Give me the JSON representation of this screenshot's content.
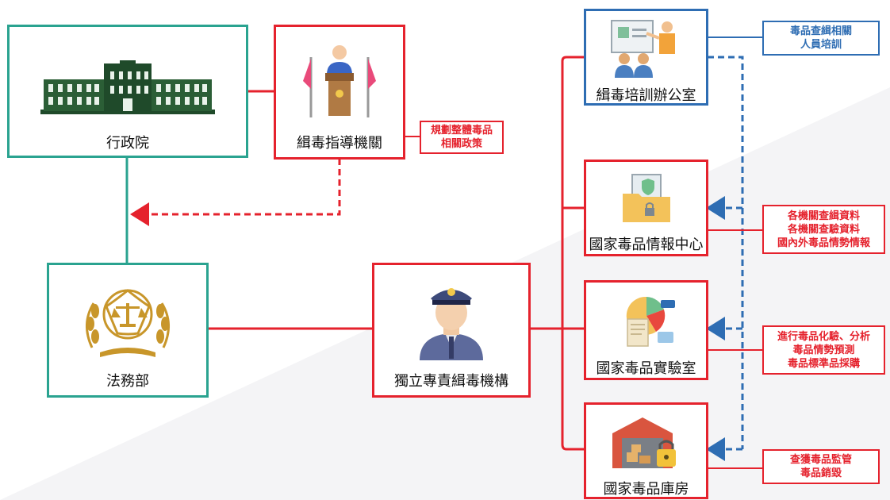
{
  "colors": {
    "teal": "#2aa390",
    "red": "#e5222d",
    "blue": "#2e6db3"
  },
  "nodes": {
    "executive_yuan": {
      "label": "行政院",
      "icon": "government-building-icon"
    },
    "drug_guidance": {
      "label": "緝毒指導機關",
      "icon": "podium-speaker-icon"
    },
    "justice": {
      "label": "法務部",
      "icon": "ministry-emblem-icon"
    },
    "independent_agency": {
      "label": "獨立專責緝毒機構",
      "icon": "police-officer-icon"
    },
    "training_office": {
      "label": "緝毒培訓辦公室",
      "icon": "training-presentation-icon"
    },
    "intel_center": {
      "label": "國家毒品情報中心",
      "icon": "secure-folder-icon"
    },
    "lab": {
      "label": "國家毒品實驗室",
      "icon": "analytics-report-icon"
    },
    "warehouse": {
      "label": "國家毒品庫房",
      "icon": "locked-warehouse-icon"
    }
  },
  "notes": {
    "policy": [
      "規劃整體毒品",
      "相關政策"
    ],
    "training": [
      "毒品查緝相關",
      "人員培訓"
    ],
    "intel": [
      "各機關查緝資料",
      "各機關查驗資料",
      "國內外毒品情勢情報"
    ],
    "lab": [
      "進行毒品化驗、分析",
      "毒品情勢預測",
      "毒品標準品採購"
    ],
    "warehouse": [
      "查獲毒品監管",
      "毒品銷毀"
    ]
  }
}
